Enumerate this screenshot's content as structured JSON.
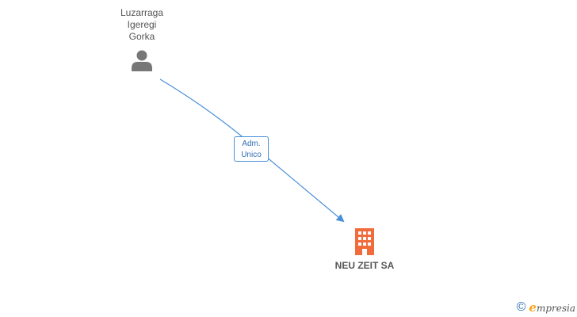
{
  "person": {
    "name_lines": [
      "Luzarraga",
      "Igeregi",
      "Gorka"
    ],
    "icon": "person-icon"
  },
  "relation": {
    "label_lines": [
      "Adm.",
      "Unico"
    ]
  },
  "company": {
    "name": "NEU ZEIT SA",
    "icon": "building-icon"
  },
  "brand": {
    "copyright_symbol": "©",
    "name_first_letter": "e",
    "name_rest": "mpresia"
  },
  "colors": {
    "edge": "#4a90d9",
    "person_icon": "#777777",
    "company_icon": "#f26b3a",
    "label_text": "#2f6db5"
  }
}
